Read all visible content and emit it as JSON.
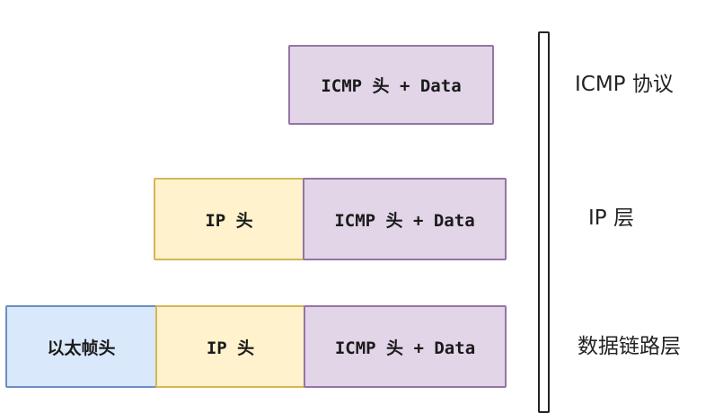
{
  "rows": [
    {
      "segments": [
        "ICMP 头 + Data"
      ],
      "layer_label": "ICMP 协议"
    },
    {
      "segments": [
        "IP 头",
        "ICMP 头 + Data"
      ],
      "layer_label": "IP 层"
    },
    {
      "segments": [
        "以太帧头",
        "IP 头",
        "ICMP 头 + Data"
      ],
      "layer_label": "数据链路层"
    }
  ],
  "colors": {
    "ethernet_fill": "#dae8fc",
    "ethernet_stroke": "#6c8ebf",
    "ip_fill": "#fff2cc",
    "ip_stroke": "#d6b656",
    "icmp_fill": "#e1d5e7",
    "icmp_stroke": "#9673a6"
  }
}
